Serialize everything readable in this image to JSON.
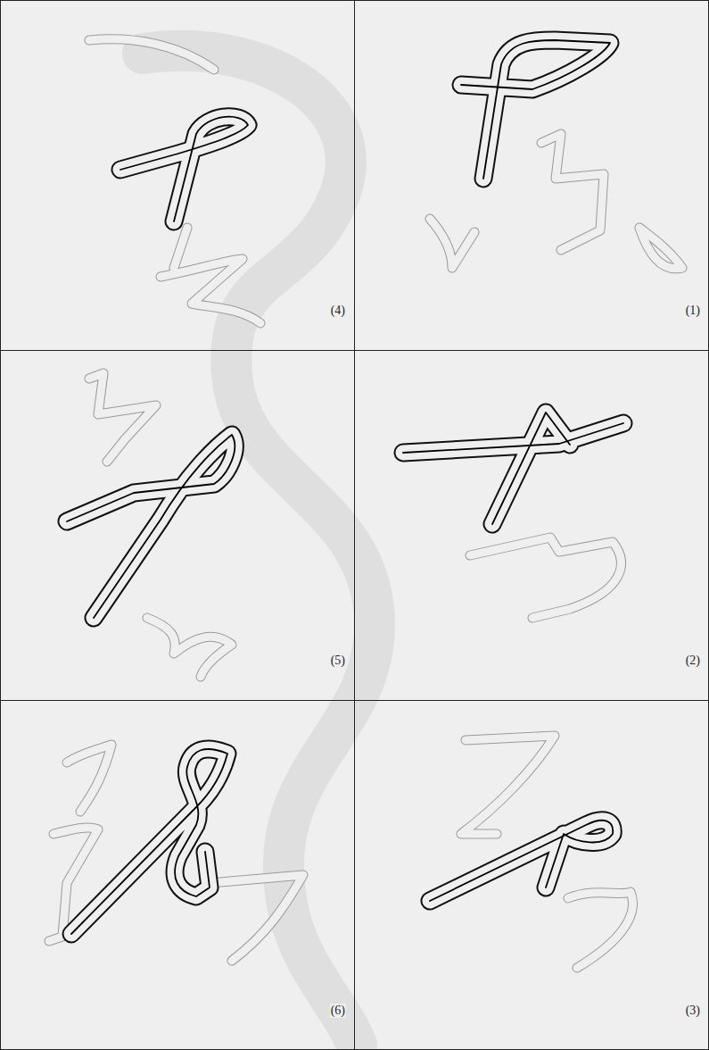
{
  "diagram": {
    "labels": [
      "(4)",
      "(1)",
      "(5)",
      "(2)",
      "(6)",
      "(3)"
    ]
  }
}
